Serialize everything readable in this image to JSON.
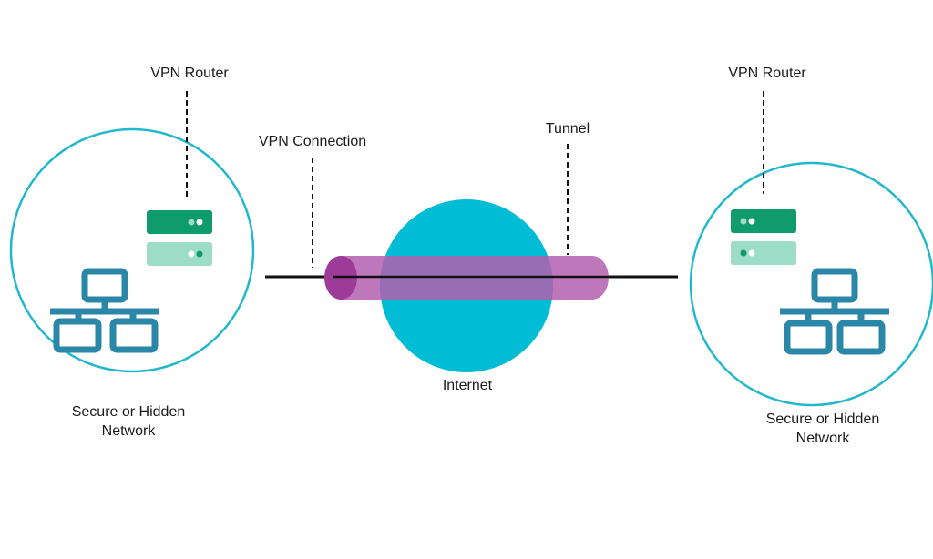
{
  "labels": {
    "left_router": "VPN Router",
    "right_router": "VPN Router",
    "vpn_connection": "VPN Connection",
    "tunnel": "Tunnel",
    "internet": "Internet",
    "left_network_line1": "Secure or Hidden",
    "left_network_line2": "Network",
    "right_network_line1": "Secure or Hidden",
    "right_network_line2": "Network"
  },
  "icons": {
    "router": "router-box-icon",
    "network": "network-topology-icon",
    "globe": "internet-globe-icon",
    "tunnel": "tunnel-cylinder-icon"
  },
  "colors": {
    "network_circle": "#22b8cc",
    "internet": "#00bcd4",
    "tunnel": "#b15fae",
    "tunnel_end": "#9e3a98",
    "router_dark": "#0f9b6c",
    "router_light": "#9ddcc6",
    "network_icon": "#2a87a7",
    "line": "#111111"
  }
}
